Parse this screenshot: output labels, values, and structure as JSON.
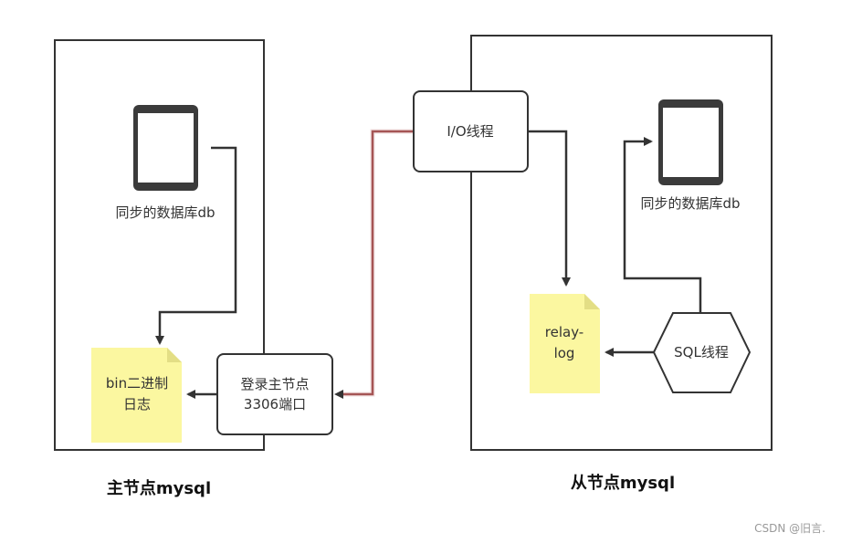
{
  "master": {
    "title": "主节点mysql",
    "db_label": "同步的数据库db",
    "binlog_line1": "bin二进制",
    "binlog_line2": "日志",
    "login_line1": "登录主节点",
    "login_line2": "3306端口"
  },
  "slave": {
    "title": "从节点mysql",
    "io_thread": "I/O线程",
    "db_label": "同步的数据库db",
    "relay_line1": "relay-",
    "relay_line2": "log",
    "sql_thread": "SQL线程"
  },
  "watermark": "CSDN @旧言.",
  "colors": {
    "box_border": "#333333",
    "note_fill": "#fbf7a0",
    "note_fold": "#e3de85",
    "device_body": "#3b3b3b",
    "device_screen": "#ffffff",
    "link_line": "#8b2a2a"
  }
}
